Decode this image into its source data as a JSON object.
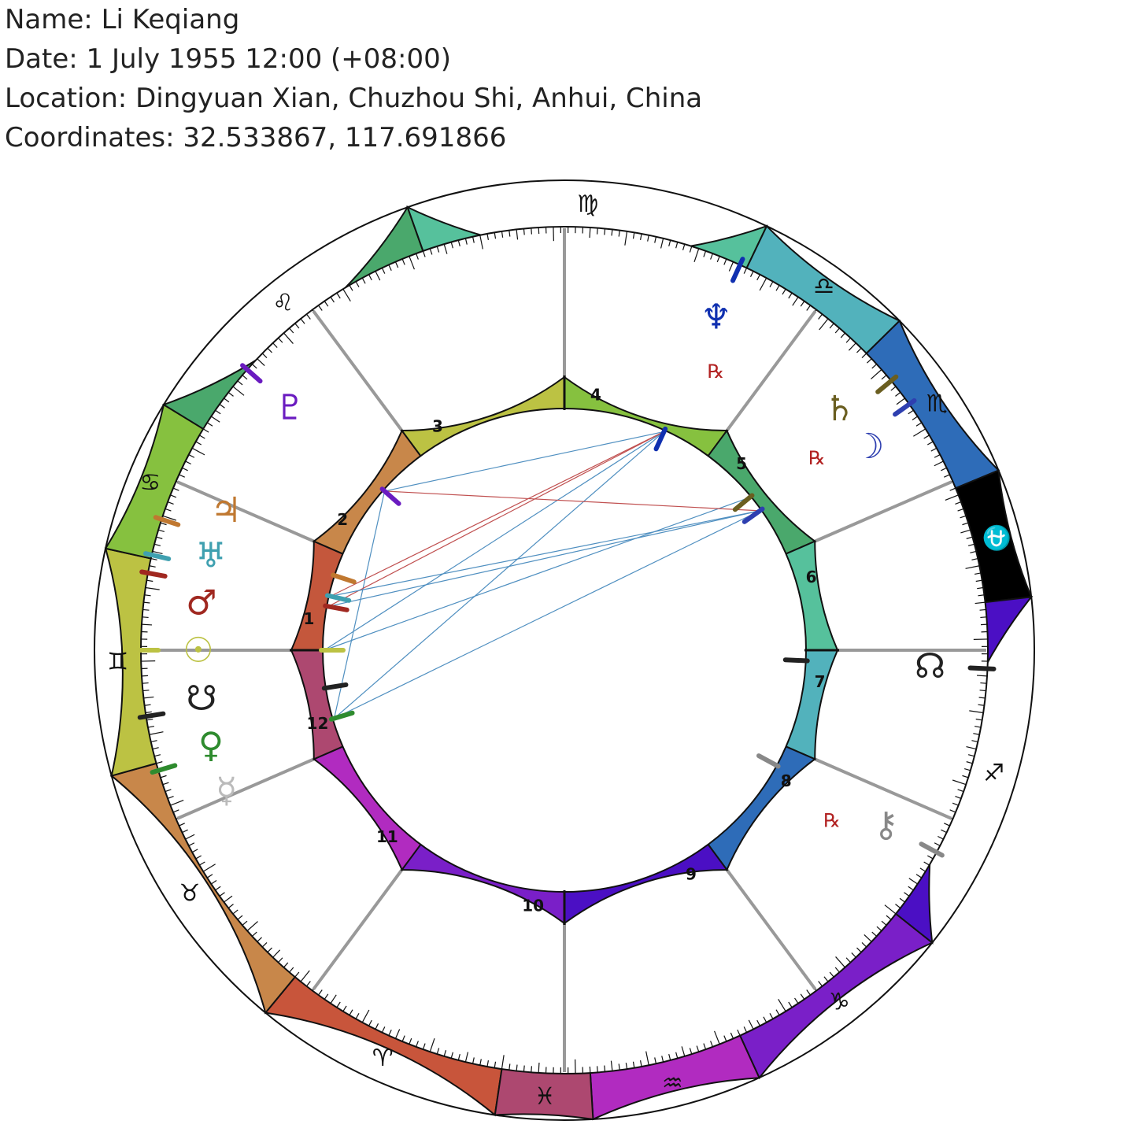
{
  "header": {
    "name_line": "Name: Li Keqiang",
    "date_line": "Date: 1 July 1955 12:00 (+08:00)",
    "location_line": "Location: Dingyuan Xian, Chuzhou Shi, Anhui, China",
    "coords_line": "Coordinates: 32.533867, 117.691866"
  },
  "chart": {
    "ascendant_longitude": 81.5,
    "signs": [
      {
        "name": "aries",
        "glyph": "♈",
        "color": "#c8553b"
      },
      {
        "name": "taurus",
        "glyph": "♉",
        "color": "#c8874a"
      },
      {
        "name": "gemini",
        "glyph": "♊",
        "color": "#bcc243"
      },
      {
        "name": "cancer",
        "glyph": "♋",
        "color": "#86c13f"
      },
      {
        "name": "leo",
        "glyph": "♌",
        "color": "#4aa86c"
      },
      {
        "name": "virgo",
        "glyph": "♍",
        "color": "#56c19c"
      },
      {
        "name": "libra",
        "glyph": "♎",
        "color": "#52b2bc"
      },
      {
        "name": "scorpio",
        "glyph": "♏",
        "color": "#2e6cb8"
      },
      {
        "name": "ophiuchus",
        "glyph": "⛎",
        "color": "#000000"
      },
      {
        "name": "sagittarius",
        "glyph": "♐",
        "color": "#4b0fc4"
      },
      {
        "name": "capricorn",
        "glyph": "♑",
        "color": "#7a1fc8"
      },
      {
        "name": "aquarius",
        "glyph": "♒",
        "color": "#b12bc0"
      },
      {
        "name": "pisces",
        "glyph": "♓",
        "color": "#ad4870"
      }
    ],
    "sign_boundaries": [
      0,
      31,
      66,
      94,
      113,
      152,
      197,
      217,
      239,
      255,
      300,
      327,
      348,
      360
    ],
    "houses": [
      {
        "number": "1",
        "cusp": 81.5,
        "color": "#c4573c"
      },
      {
        "number": "2",
        "cusp": 105,
        "color": "#c8874a"
      },
      {
        "number": "3",
        "cusp": 135,
        "color": "#bcc243"
      },
      {
        "number": "4",
        "cusp": 171.5,
        "color": "#86c13f"
      },
      {
        "number": "5",
        "cusp": 208,
        "color": "#4aa86c"
      },
      {
        "number": "6",
        "cusp": 238,
        "color": "#56c19c"
      },
      {
        "number": "7",
        "cusp": 261.5,
        "color": "#52b2bc"
      },
      {
        "number": "8",
        "cusp": 285,
        "color": "#2e6cb8"
      },
      {
        "number": "9",
        "cusp": 315,
        "color": "#4b0fc4"
      },
      {
        "number": "10",
        "cusp": 351.5,
        "color": "#7a1fc8"
      },
      {
        "number": "11",
        "cusp": 28,
        "color": "#b12bc0"
      },
      {
        "number": "12",
        "cusp": 58,
        "color": "#ad4870"
      }
    ],
    "planets": [
      {
        "name": "sun",
        "glyph": "☉",
        "longitude": 81.5,
        "color": "#bcc243",
        "retrograde": false
      },
      {
        "name": "moon",
        "glyph": "☽",
        "longitude": 226,
        "color": "#2e3fb0",
        "retrograde": false
      },
      {
        "name": "mercury",
        "glyph": "☿",
        "longitude": 65,
        "color": "#bbbbbb",
        "retrograde": false
      },
      {
        "name": "venus",
        "glyph": "♀",
        "longitude": 65,
        "color": "#2e8b2e",
        "retrograde": false
      },
      {
        "name": "mars",
        "glyph": "♂",
        "longitude": 92,
        "color": "#a02820",
        "retrograde": false
      },
      {
        "name": "jupiter",
        "glyph": "♃",
        "longitude": 99.5,
        "color": "#c07830",
        "retrograde": false
      },
      {
        "name": "saturn",
        "glyph": "♄",
        "longitude": 222,
        "color": "#6a5e20",
        "retrograde": true
      },
      {
        "name": "uranus",
        "glyph": "♅",
        "longitude": 94.5,
        "color": "#3fa0b0",
        "retrograde": false
      },
      {
        "name": "neptune",
        "glyph": "♆",
        "longitude": 196,
        "color": "#1030b0",
        "retrograde": true
      },
      {
        "name": "pluto",
        "glyph": "♇",
        "longitude": 123,
        "color": "#6a1bc0",
        "retrograde": false
      },
      {
        "name": "north-node",
        "glyph": "☊",
        "longitude": 264,
        "color": "#222222",
        "retrograde": false
      },
      {
        "name": "south-node",
        "glyph": "☋",
        "longitude": 72.5,
        "color": "#222222",
        "retrograde": false
      },
      {
        "name": "chiron",
        "glyph": "⚷",
        "longitude": 290,
        "color": "#888888",
        "retrograde": true
      }
    ],
    "aspects": [
      {
        "from": "venus",
        "to": "pluto",
        "color": "#4f8fc0"
      },
      {
        "from": "venus",
        "to": "neptune",
        "color": "#4f8fc0"
      },
      {
        "from": "venus",
        "to": "moon",
        "color": "#4f8fc0"
      },
      {
        "from": "sun",
        "to": "saturn",
        "color": "#4f8fc0"
      },
      {
        "from": "sun",
        "to": "neptune",
        "color": "#4f8fc0"
      },
      {
        "from": "mars",
        "to": "moon",
        "color": "#4f8fc0"
      },
      {
        "from": "mars",
        "to": "neptune",
        "color": "#c05050"
      },
      {
        "from": "uranus",
        "to": "moon",
        "color": "#4f8fc0"
      },
      {
        "from": "uranus",
        "to": "neptune",
        "color": "#c05050"
      },
      {
        "from": "pluto",
        "to": "moon",
        "color": "#c05050"
      },
      {
        "from": "pluto",
        "to": "neptune",
        "color": "#4f8fc0"
      }
    ]
  }
}
